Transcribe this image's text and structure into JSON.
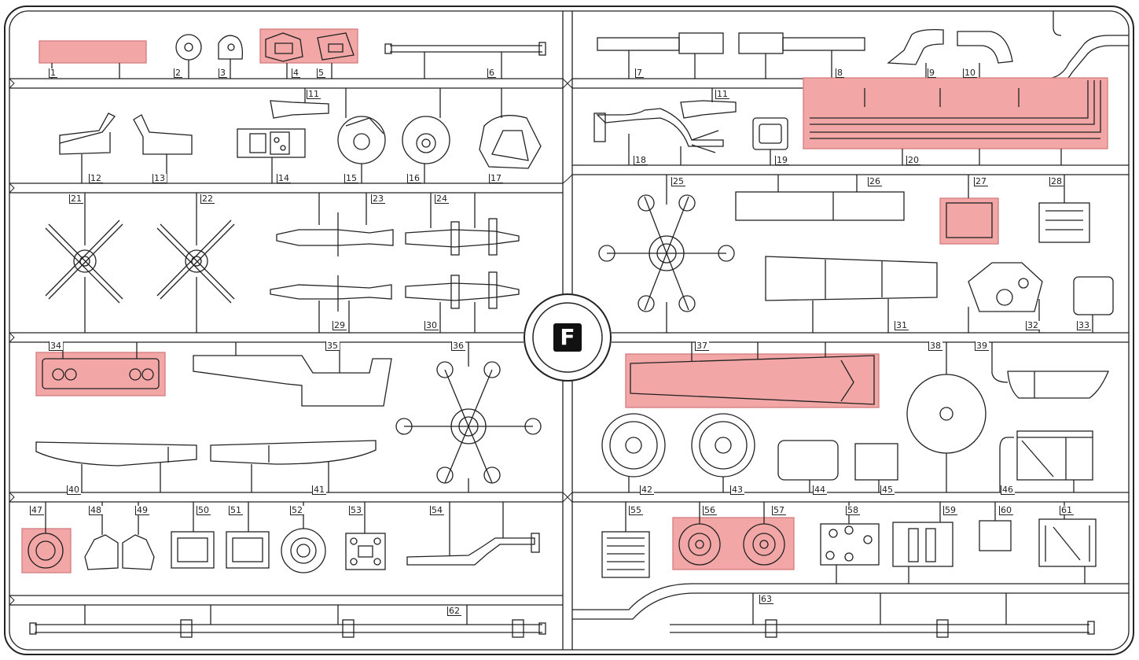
{
  "sheet": {
    "sprue_letter": "F",
    "highlight_color": "#f3a6a6",
    "line_color": "#222222",
    "part_numbers": [
      "1",
      "2",
      "3",
      "4",
      "5",
      "6",
      "7",
      "8",
      "9",
      "10",
      "11",
      "11",
      "12",
      "13",
      "14",
      "15",
      "16",
      "17",
      "18",
      "19",
      "20",
      "21",
      "22",
      "23",
      "24",
      "25",
      "26",
      "27",
      "28",
      "29",
      "30",
      "31",
      "32",
      "33",
      "34",
      "35",
      "36",
      "37",
      "38",
      "39",
      "40",
      "41",
      "42",
      "43",
      "44",
      "45",
      "46",
      "47",
      "48",
      "49",
      "50",
      "51",
      "52",
      "53",
      "54",
      "55",
      "56",
      "57",
      "58",
      "59",
      "60",
      "61",
      "62",
      "63"
    ],
    "highlighted_parts": [
      "1",
      "4",
      "5",
      "20",
      "27",
      "34",
      "37",
      "47",
      "56",
      "57"
    ]
  }
}
